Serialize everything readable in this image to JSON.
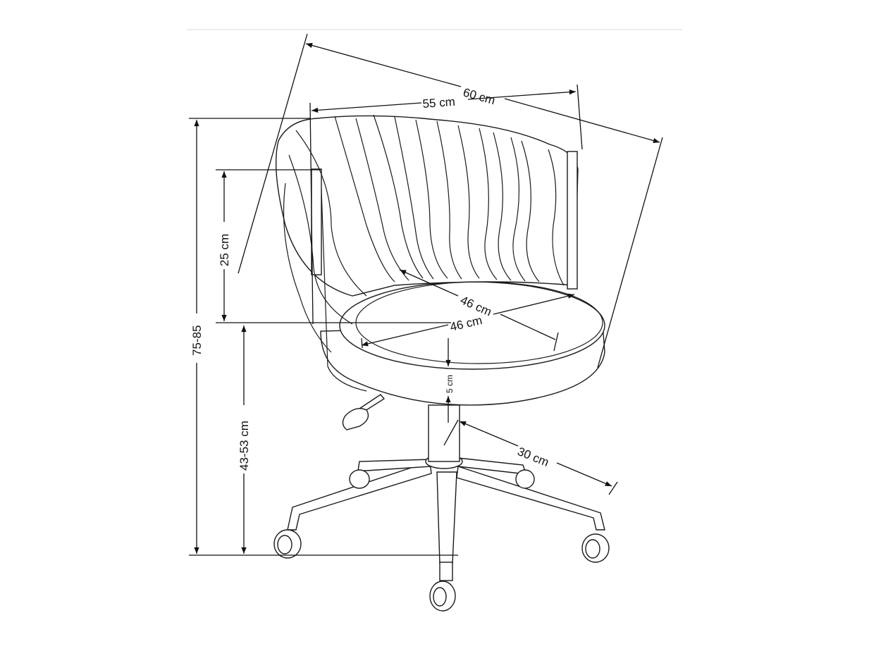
{
  "labels": {
    "overall_depth": "60 cm",
    "backrest_width": "55 cm",
    "total_height": "75-85",
    "backrest_height": "25 cm",
    "seat_depth": "46 cm",
    "seat_width": "46 cm",
    "seat_thickness": "5 cm",
    "seat_height": "43-53 cm",
    "base_radius": "30 cm"
  },
  "colors": {
    "line": "#111111",
    "background": "#ffffff",
    "top_rule": "#e0e0e0"
  }
}
